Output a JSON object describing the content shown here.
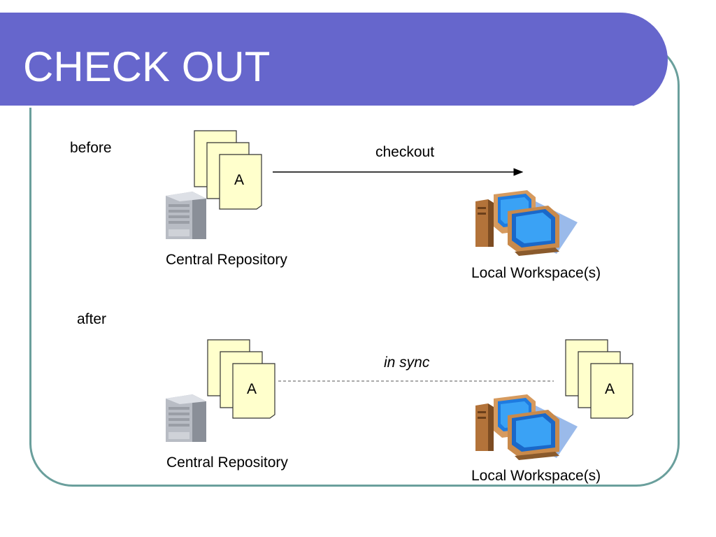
{
  "slide": {
    "title": "CHECK OUT",
    "before_label": "before",
    "after_label": "after",
    "checkout_label": "checkout",
    "in_sync_label": "in sync",
    "repo_label": "Central Repository",
    "workspace_label": "Local Workspace(s)",
    "doc_letter": "A"
  },
  "colors": {
    "title_bar": "#6666cc",
    "frame_border": "#6a9f9c",
    "document_fill": "#ffffcc",
    "monitor_screen": "#1e7be0",
    "computer_body": "#c98a4b"
  },
  "icons": [
    "document-stack-icon",
    "server-tower-icon",
    "workstation-computers-icon",
    "arrow-icon"
  ]
}
